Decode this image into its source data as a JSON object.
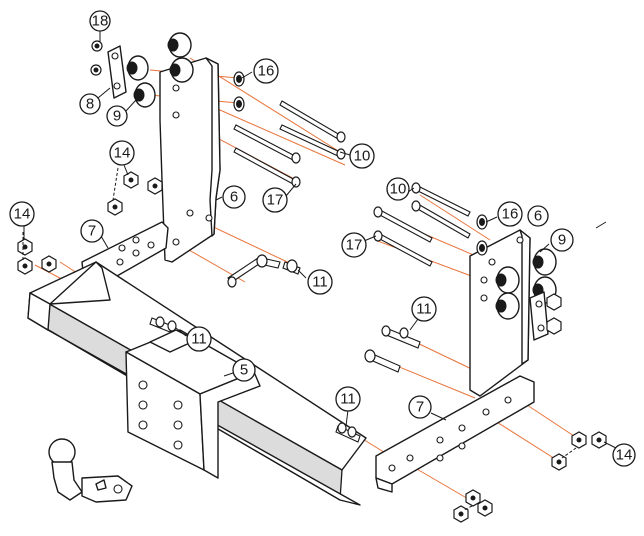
{
  "diagram": {
    "callouts": [
      {
        "id": "c18a",
        "label": "18"
      },
      {
        "id": "c8",
        "label": "8"
      },
      {
        "id": "c9a",
        "label": "9"
      },
      {
        "id": "c16a",
        "label": "16"
      },
      {
        "id": "c10a",
        "label": "10"
      },
      {
        "id": "c14a",
        "label": "14"
      },
      {
        "id": "c6a",
        "label": "6"
      },
      {
        "id": "c17a",
        "label": "17"
      },
      {
        "id": "c14b",
        "label": "14"
      },
      {
        "id": "c7a",
        "label": "7"
      },
      {
        "id": "c11a",
        "label": "11"
      },
      {
        "id": "c11b",
        "label": "11"
      },
      {
        "id": "c5",
        "label": "5"
      },
      {
        "id": "c10b",
        "label": "10"
      },
      {
        "id": "c16b",
        "label": "16"
      },
      {
        "id": "c6b",
        "label": "6"
      },
      {
        "id": "c17b",
        "label": "17"
      },
      {
        "id": "c9b",
        "label": "9"
      },
      {
        "id": "c11c",
        "label": "11"
      },
      {
        "id": "c11d",
        "label": "11"
      },
      {
        "id": "c7b",
        "label": "7"
      },
      {
        "id": "c14c",
        "label": "14"
      }
    ]
  }
}
